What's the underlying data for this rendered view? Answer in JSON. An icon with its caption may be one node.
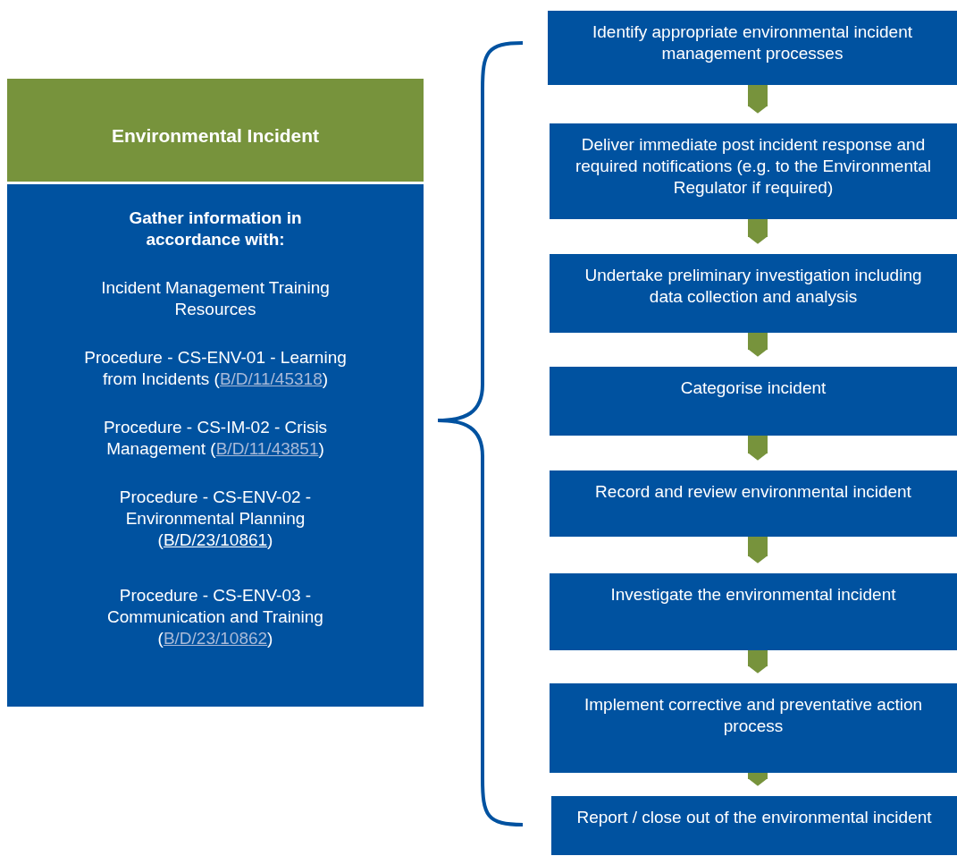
{
  "diagram": {
    "nodes": [
      {
        "text": [
          "Environmental Incident"
        ]
      },
      {
        "text": [
          "Gather information in accordance with:",
          "Incident Management Training Resources",
          "Procedure - CS-ENV-01 - Learning from Incidents (B/D/11/45318)",
          "Procedure - CS-IM-02 - Crisis Management (B/D/11/43851)",
          "Procedure - CS-ENV-02 - Environmental Planning (B/D/23/10861)",
          "Procedure - CS-ENV-03 - Communication and Training (B/D/23/10862)"
        ]
      },
      {
        "text": [
          "Identify appropriate environmental incident management processes"
        ]
      },
      {
        "text": [
          "Deliver immediate post incident response and required notifications (e.g. to the Environmental Regulator if required)"
        ]
      },
      {
        "text": [
          "Undertake preliminary investigation including data collection and analysis"
        ]
      },
      {
        "text": [
          "Categorise incident"
        ]
      },
      {
        "text": [
          "Record and review environmental incident"
        ]
      },
      {
        "text": [
          "Investigate the environmental incident"
        ]
      },
      {
        "text": [
          "Implement corrective and preventative action process"
        ]
      },
      {
        "text": [
          "Report / close out of the environmental incident"
        ]
      }
    ],
    "edges": [
      {
        "from": 2,
        "to": 3,
        "arrow": "to"
      },
      {
        "from": 3,
        "to": 4,
        "arrow": "to"
      },
      {
        "from": 4,
        "to": 5,
        "arrow": "to"
      },
      {
        "from": 5,
        "to": 6,
        "arrow": "to"
      },
      {
        "from": 6,
        "to": 7,
        "arrow": "to"
      },
      {
        "from": 7,
        "to": 8,
        "arrow": "to"
      },
      {
        "from": 8,
        "to": 9,
        "arrow": "to"
      }
    ]
  }
}
